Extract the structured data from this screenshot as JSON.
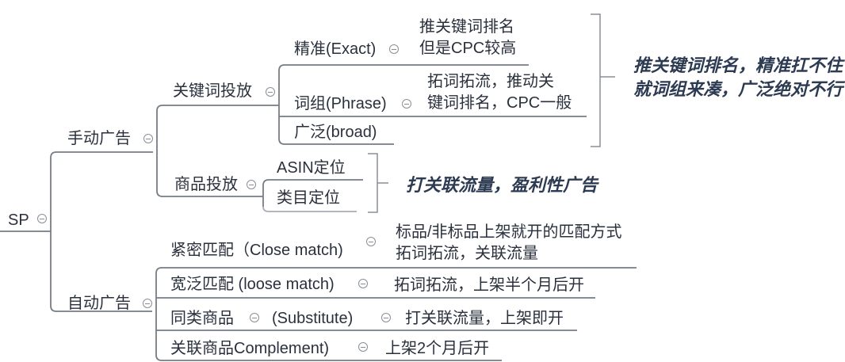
{
  "colors": {
    "background": "#ffffff",
    "text": "#2a313d",
    "annotation_text": "#2c3a52",
    "line": "#767c86",
    "line_light": "#aaaeb5",
    "bracket": "#8a8e96"
  },
  "topics": {
    "root": "SP",
    "manual": "手动广告",
    "auto": "自动广告",
    "keyword": "关键词投放",
    "product": "商品投放",
    "exact": "精准(Exact)",
    "exact_note_1": "推关键词排名",
    "exact_note_2": "但是CPC较高",
    "phrase": "词组(Phrase)",
    "phrase_note_1": "拓词拓流，推动关",
    "phrase_note_2": "键词排名，CPC一般",
    "broad": "广泛(broad)",
    "asin": "ASIN定位",
    "category": "类目定位",
    "close_match": "紧密匹配（Close match)",
    "close_note_1": "标品/非标品上架就开的匹配方式",
    "close_note_2": "拓词拓流，关联流量",
    "loose_match": "宽泛匹配 (loose match)",
    "loose_note": "拓词拓流，上架半个月后开",
    "substitute_cn": "同类商品",
    "substitute_en": "(Substitute)",
    "substitute_note": "打关联流量，上架即开",
    "complement": "关联商品Complement)",
    "complement_note": "上架2个月后开"
  },
  "annotations": {
    "keyword_line_1": "推关键词排名，精准扛不住",
    "keyword_line_2": "就词组来凑，广泛绝对不行",
    "product": "打关联流量，盈利性广告"
  }
}
